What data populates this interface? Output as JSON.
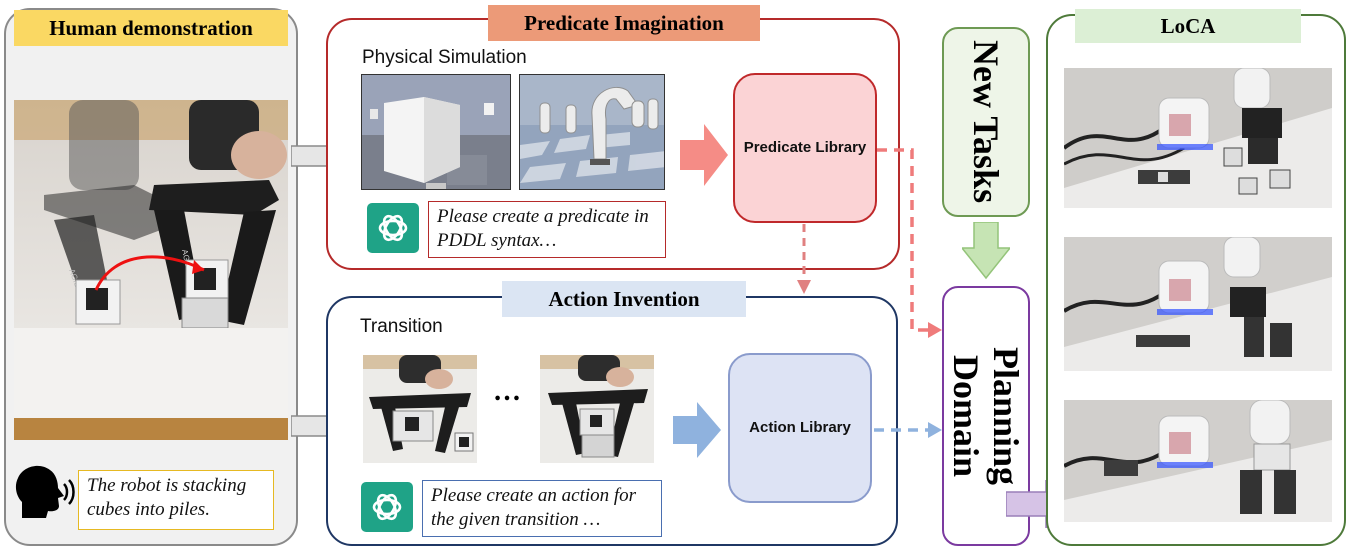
{
  "human_demo": {
    "title": "Human demonstration",
    "speech": "The robot is stacking cubes into piles.",
    "gripper_brand_left": "AGILE",
    "gripper_brand_right": "AGILE X"
  },
  "predicate_imagination": {
    "title": "Predicate Imagination",
    "subtitle": "Physical Simulation",
    "prompt": "Please create a predicate in PDDL syntax…",
    "library_label": "Predicate Library"
  },
  "action_invention": {
    "title": "Action Invention",
    "subtitle": "Transition",
    "ellipsis": "…",
    "prompt": "Please create an action for the given transition …",
    "library_label": "Action Library"
  },
  "new_tasks": {
    "label": "New Tasks"
  },
  "planning_domain": {
    "label": "Planning Domain"
  },
  "loca": {
    "title": "LoCA"
  },
  "colors": {
    "human_title_bg": "#fad863",
    "predicate_border": "#b52a2a",
    "predicate_title_bg": "#ec9a78",
    "predicate_library_bg": "#fbd3d5",
    "predicate_arrow": "#f58c86",
    "action_border": "#1f3764",
    "action_title_bg": "#dbe5f3",
    "action_library_bg": "#dde3f4",
    "action_arrow": "#8fb2de",
    "new_tasks_border": "#6e9a54",
    "new_tasks_bg": "#eef5e8",
    "planning_border": "#7b3aa0",
    "loca_border": "#4e7a3a",
    "loca_title_bg": "#dcefd5",
    "gpt_green": "#1fa387"
  }
}
